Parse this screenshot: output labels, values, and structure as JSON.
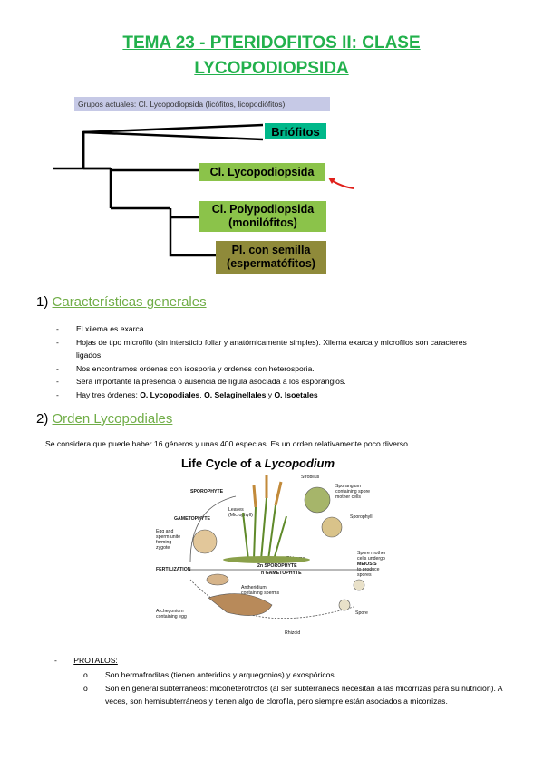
{
  "title": {
    "line1": "TEMA 23 - PTERIDOFITOS II: CLASE",
    "line2": "LYCOPODIOPSIDA"
  },
  "tree": {
    "header": "Grupos actuales: Cl. Lycopodiopsida (licófitos, licopodiófitos)",
    "briofitos": "Briófitos",
    "lycopodiopsida": "Cl. Lycopodiopsida",
    "polypodiopsida_1": "Cl. Polypodiopsida",
    "polypodiopsida_2": "(monilófitos)",
    "semilla_1": "Pl. con semilla",
    "semilla_2": "(espermatófitos)",
    "colors": {
      "briofitos": "#00b88a",
      "lycopodiopsida": "#8bc34a",
      "polypodiopsida": "#8bc34a",
      "semilla": "#8f8a3a",
      "arrow": "#e0201b"
    }
  },
  "section1": {
    "number": "1)",
    "title": "Características generales",
    "items": [
      "El xilema es exarca.",
      "Hojas de tipo microfilo (sin intersticio foliar y anatómicamente simples). Xilema exarca y microfilos son caracteres ligados.",
      "Nos encontramos ordenes con isosporia y ordenes con heterosporia.",
      "Será importante la presencia o ausencia de lígula asociada a los esporangios."
    ],
    "last_prefix": "Hay tres órdenes: ",
    "orders": [
      "O. Lycopodiales",
      "O. Selaginellales",
      "O. Isoetales"
    ],
    "sep1": ", ",
    "sep2": " y "
  },
  "section2": {
    "number": "2)",
    "title": "Orden Lycopodiales",
    "intro": "Se considera que puede haber 16 géneros y unas 400 especias. Es un orden relativamente poco diverso."
  },
  "figure": {
    "title_a": "Life Cycle of a ",
    "title_b": "Lycopodium",
    "labels": {
      "strobilus": "Strobilus",
      "sporophyte": "SPOROPHYTE",
      "sporangium1": "Sporangium",
      "sporangium2": "containing spore",
      "sporangium3": "mother cells",
      "sporophyll": "Sporophyll",
      "gametophyte": "GAMETOPHYTE",
      "leaves1": "Leaves",
      "leaves2": "(Microphyll)",
      "egg1": "Egg and",
      "egg2": "sperm unite",
      "egg3": "forming",
      "egg4": "zygote",
      "rhizome": "Rhizome",
      "twon": "2n SPOROPHYTE",
      "ngam": "n GAMETOPHYTE",
      "fert": "FERTILIZATION",
      "sm1": "Spore mother",
      "sm2": "cells undergo",
      "sm3": "MEIOSIS",
      "sm4": "to produce",
      "sm5": "spores",
      "anth1": "Antheridium",
      "anth2": "containing sperms",
      "arch1": "Archegonium",
      "arch2": "containing egg",
      "spore": "Spore",
      "rhizoid": "Rhizoid"
    }
  },
  "protalos": {
    "label": "PROTALOS:",
    "items": [
      "Son hermafroditas (tienen anteridios y arquegonios) y exospóricos.",
      "Son en general subterráneos: micoheterótrofos (al ser subterráneos necesitan a las micorrizas para su nutrición). A veces, son hemisubterráneos y tienen algo de clorofila, pero siempre están asociados a micorrizas."
    ]
  }
}
